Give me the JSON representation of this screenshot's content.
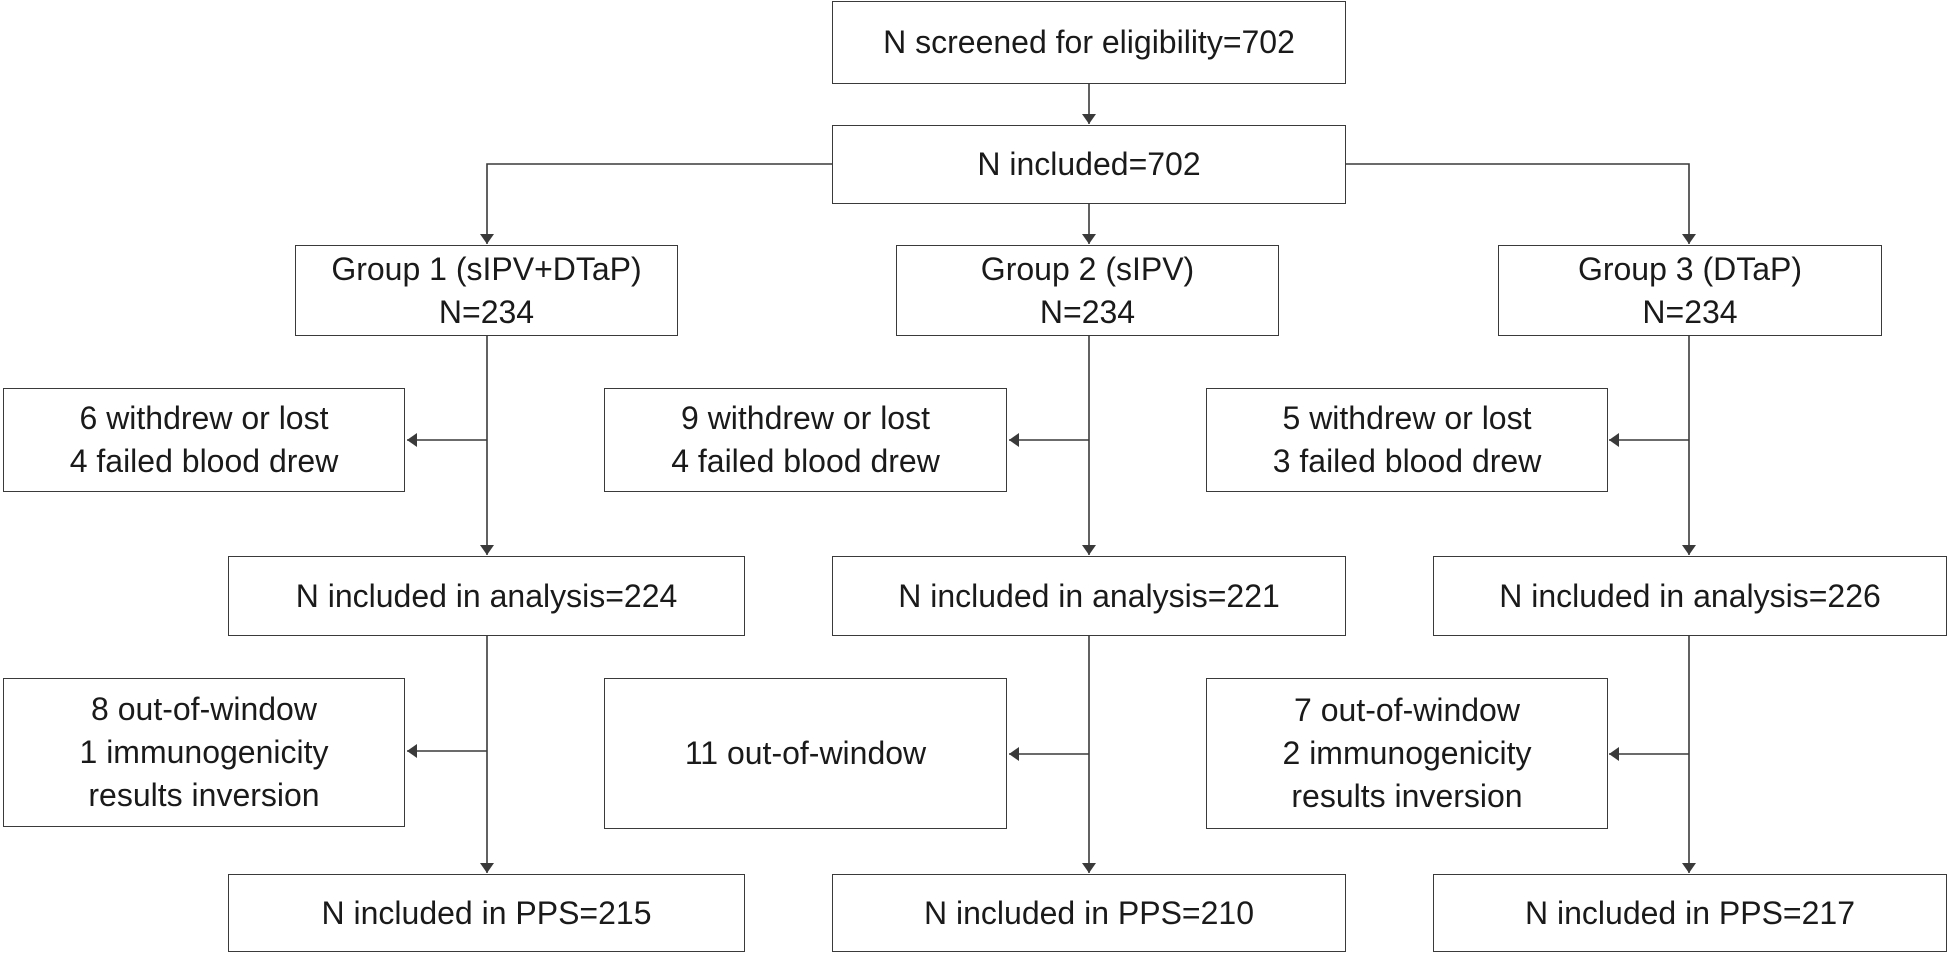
{
  "flowchart": {
    "screened": "N screened for eligibility=702",
    "included": "N included=702",
    "groups": [
      {
        "title": "Group 1 (sIPV+DTaP)",
        "n": "N=234",
        "excluded_1": [
          "6 withdrew or lost",
          "4 failed blood drew"
        ],
        "analysis": "N included in analysis=224",
        "excluded_2": [
          "8 out-of-window",
          "1 immunogenicity",
          "results inversion"
        ],
        "pps": "N included in PPS=215"
      },
      {
        "title": "Group 2 (sIPV)",
        "n": "N=234",
        "excluded_1": [
          "9 withdrew or lost",
          "4 failed blood drew"
        ],
        "analysis": "N included in analysis=221",
        "excluded_2": [
          "11 out-of-window"
        ],
        "pps": "N included in PPS=210"
      },
      {
        "title": "Group 3 (DTaP)",
        "n": "N=234",
        "excluded_1": [
          "5 withdrew or lost",
          "3 failed blood drew"
        ],
        "analysis": "N included in analysis=226",
        "excluded_2": [
          "7 out-of-window",
          "2 immunogenicity",
          "results inversion"
        ],
        "pps": "N included in PPS=217"
      }
    ],
    "colors": {
      "line": "#3a3a3a",
      "border": "#3a3a3a",
      "text": "#1a1a1a",
      "background": "#ffffff"
    }
  }
}
